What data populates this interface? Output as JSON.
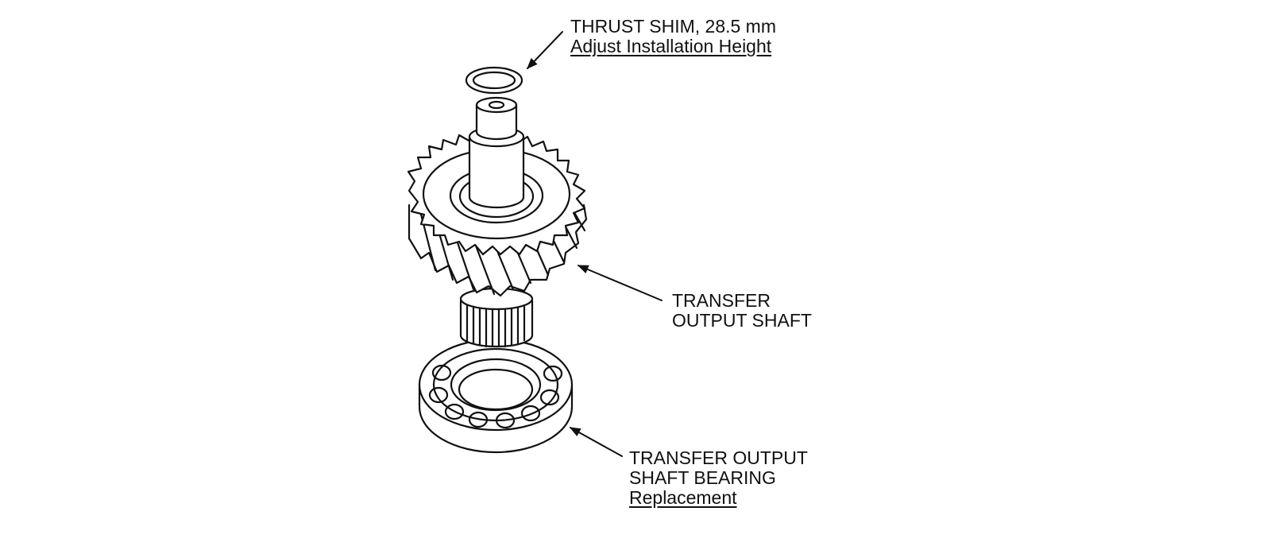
{
  "labels": {
    "thrust_shim": {
      "line1": "THRUST SHIM, 28.5 mm",
      "line2": "Adjust Installation Height"
    },
    "output_shaft": {
      "line1": "TRANSFER",
      "line2": "OUTPUT SHAFT"
    },
    "shaft_bearing": {
      "line1": "TRANSFER OUTPUT",
      "line2": "SHAFT BEARING",
      "line3": "Replacement"
    }
  },
  "colors": {
    "line": "#111111",
    "background": "#ffffff"
  }
}
